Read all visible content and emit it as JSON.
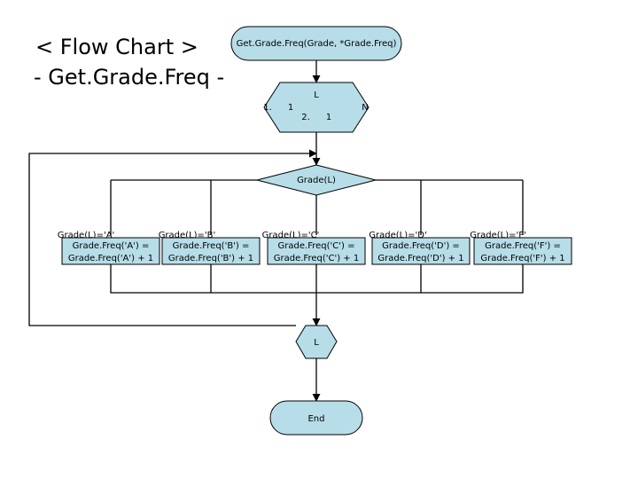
{
  "title": "< Flow Chart >",
  "subtitle": "- Get.Grade.Freq -",
  "start": {
    "label": "Get.Grade.Freq(Grade, *Grade.Freq)"
  },
  "loop_start": {
    "top": "L",
    "left": "1.",
    "mid": "1",
    "right": "N",
    "step_a": "2.",
    "step_b": "1"
  },
  "decision": {
    "label": "Grade(L)"
  },
  "branches": [
    {
      "condition": "Grade(L)='A'",
      "action_1": "Grade.Freq('A') =",
      "action_2": "Grade.Freq('A') + 1"
    },
    {
      "condition": "Grade(L)='B'",
      "action_1": "Grade.Freq('B') =",
      "action_2": "Grade.Freq('B') + 1"
    },
    {
      "condition": "Grade(L)='C'",
      "action_1": "Grade.Freq('C') =",
      "action_2": "Grade.Freq('C') + 1"
    },
    {
      "condition": "Grade(L)='D'",
      "action_1": "Grade.Freq('D') =",
      "action_2": "Grade.Freq('D') + 1"
    },
    {
      "condition": "Grade(L)='F'",
      "action_1": "Grade.Freq('F') =",
      "action_2": "Grade.Freq('F') + 1"
    }
  ],
  "loop_end": {
    "label": "L"
  },
  "end": {
    "label": "End"
  },
  "colors": {
    "shape_fill": "#b7dde8",
    "stroke": "#000000"
  }
}
